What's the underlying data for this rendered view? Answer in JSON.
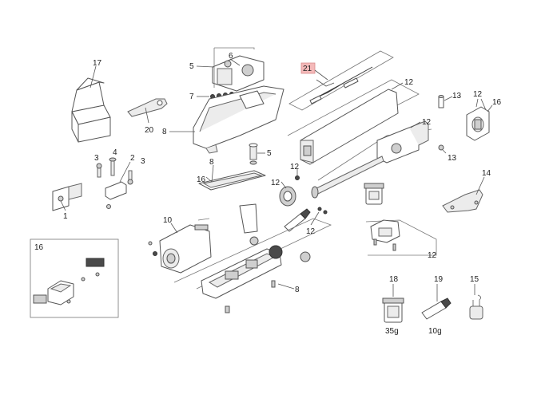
{
  "callouts": {
    "c1": "1",
    "c2": "2",
    "c3a": "3",
    "c3b": "3",
    "c4": "4",
    "c5a": "5",
    "c5b": "5",
    "c6": "6",
    "c7": "7",
    "c8a": "8",
    "c8b": "8",
    "c8c": "8",
    "c10": "10",
    "c12a": "12",
    "c12b": "12",
    "c12c": "12",
    "c12d": "12",
    "c12e": "12",
    "c12f": "12",
    "c12g": "12",
    "c13a": "13",
    "c13b": "13",
    "c14": "14",
    "c15": "15",
    "c16a": "16",
    "c16b": "16",
    "c16c": "16",
    "c17": "17",
    "c18": "18",
    "c19": "19",
    "c20": "20",
    "c21": "21"
  },
  "weights": {
    "jar": "35g",
    "tube": "10g"
  },
  "highlight": {
    "part": "21",
    "color": "#f4b9b9"
  }
}
